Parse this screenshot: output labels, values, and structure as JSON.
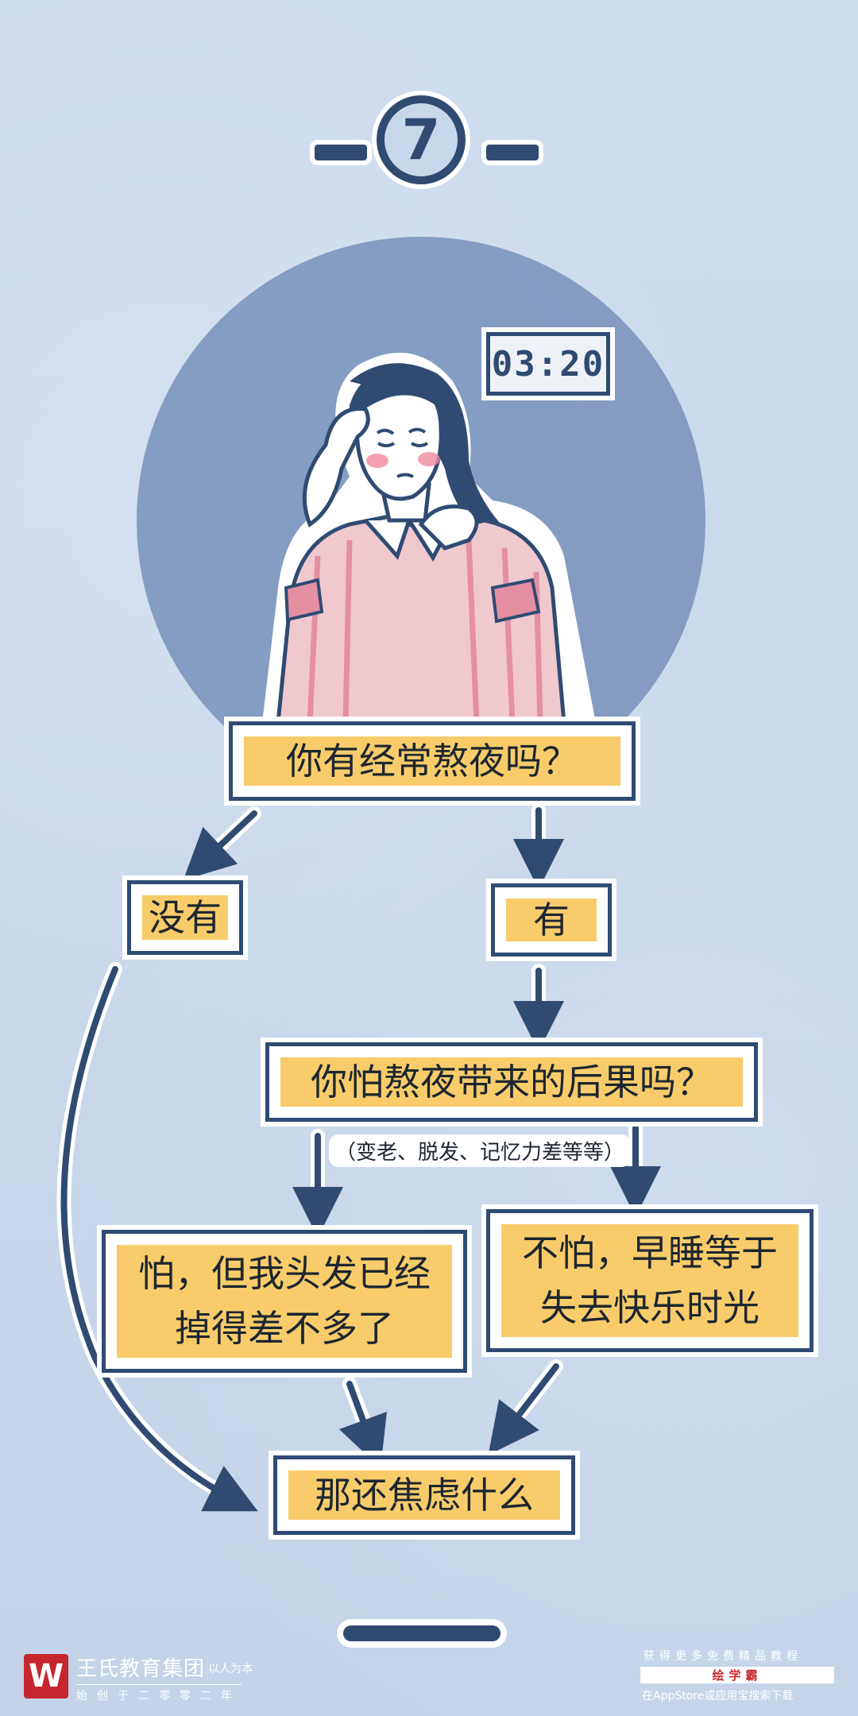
{
  "step_number": "7",
  "clock_time": "03:20",
  "flow": {
    "question1": "你有经常熬夜吗？",
    "answer_no": "没有",
    "answer_yes": "有",
    "question2": "你怕熬夜带来的后果吗？",
    "question2_note": "（变老、脱发、记忆力差等等）",
    "afraid_line1": "怕，但我头发已经",
    "afraid_line2": "掉得差不多了",
    "not_afraid_line1": "不怕，早睡等于",
    "not_afraid_line2": "失去快乐时光",
    "conclusion": "那还焦虑什么"
  },
  "footer": {
    "logo_letter": "W",
    "org_name": "王氏教育集团",
    "slogan": "以人为本",
    "org_sub": "始创于二零零二年",
    "promo_line1": "获得更多免费精品教程",
    "promo_app": "绘学霸",
    "promo_line3": "在AppStore或应用宝搜索下载"
  },
  "colors": {
    "background": "#c9d7ea",
    "navy": "#2f4b72",
    "highlight": "#f8cc6a",
    "circle": "#7f99c0"
  }
}
